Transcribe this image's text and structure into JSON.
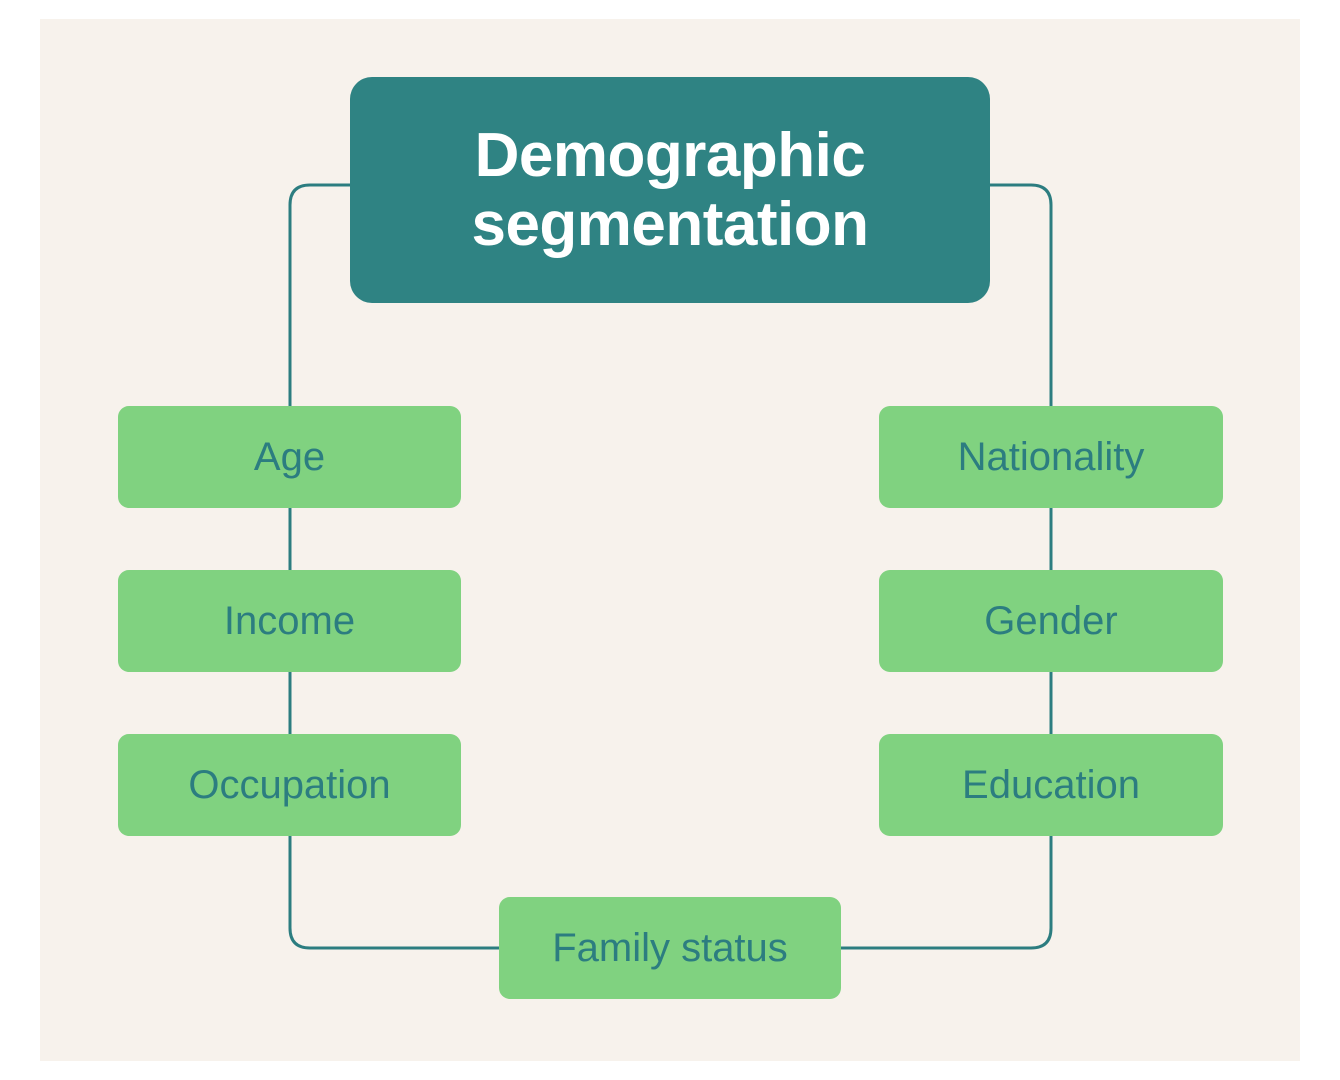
{
  "diagram": {
    "title": "Demographic segmentation",
    "title_lines": "Demographic\nsegmentation",
    "root": {
      "label": "Demographic segmentation",
      "fill_color": "#2f8383",
      "text_color": "#ffffff"
    },
    "background_color": "#f7f2ec",
    "node_fill_color": "#80d280",
    "node_text_color": "#2c7d80",
    "connector_color": "#2c7d80",
    "left_branch": [
      {
        "label": "Age"
      },
      {
        "label": "Income"
      },
      {
        "label": "Occupation"
      }
    ],
    "right_branch": [
      {
        "label": "Nationality"
      },
      {
        "label": "Gender"
      },
      {
        "label": "Education"
      }
    ],
    "bottom_branch": [
      {
        "label": "Family status"
      }
    ]
  },
  "chart_data": {
    "type": "diagram",
    "title": "Demographic segmentation",
    "nodes": [
      "Demographic segmentation",
      "Age",
      "Income",
      "Occupation",
      "Nationality",
      "Gender",
      "Education",
      "Family status"
    ],
    "edges": [
      [
        "Demographic segmentation",
        "Age"
      ],
      [
        "Demographic segmentation",
        "Income"
      ],
      [
        "Demographic segmentation",
        "Occupation"
      ],
      [
        "Demographic segmentation",
        "Nationality"
      ],
      [
        "Demographic segmentation",
        "Gender"
      ],
      [
        "Demographic segmentation",
        "Education"
      ],
      [
        "Demographic segmentation",
        "Family status"
      ]
    ]
  }
}
